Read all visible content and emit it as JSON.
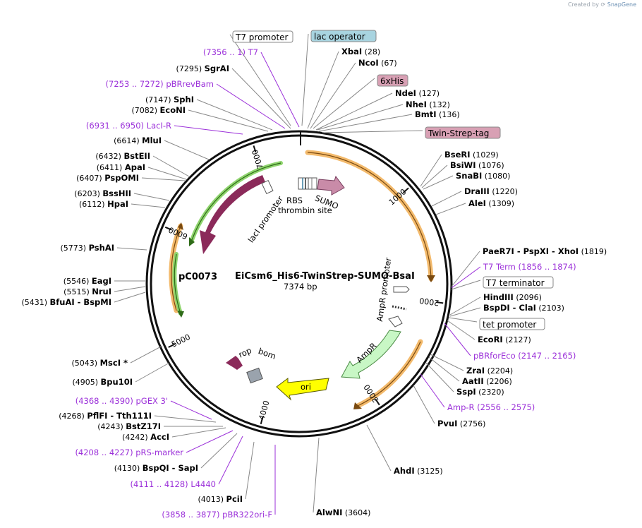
{
  "credit": {
    "prefix": "Created by",
    "brand": "SnapGene"
  },
  "plasmid": {
    "name": "EiCsm6_His6-TwinStrep-SUMO-BsaI",
    "length_label": "7374 bp",
    "alt_name": "pC0073"
  },
  "colors": {
    "primer": "#9b30d9",
    "orange_feature": "#f2b35c",
    "green_feature": "#2e8b20",
    "lacI": "#8b2a5a",
    "ori": "#ffff00",
    "ampR": "#c8f7c5",
    "tag": "#d8a0b4",
    "lac_operator": "#a8d4e0"
  },
  "ticks": [
    {
      "label": "1000",
      "pos": 1000
    },
    {
      "label": "2000",
      "pos": 2000
    },
    {
      "label": "3000",
      "pos": 3000
    },
    {
      "label": "4000",
      "pos": 4000
    },
    {
      "label": "5000",
      "pos": 5000
    },
    {
      "label": "6000",
      "pos": 6000
    },
    {
      "label": "7000",
      "pos": 7000
    }
  ],
  "labels": [
    {
      "type": "box",
      "text": "T7 promoter",
      "fill": "#ffffff"
    },
    {
      "type": "box",
      "text": "lac operator",
      "fill": "#a8d4e0"
    },
    {
      "type": "primer",
      "text": "(7356 .. 1)  T7"
    },
    {
      "type": "enz",
      "name": "XbaI",
      "pos": "(28)"
    },
    {
      "type": "enz",
      "name": "NcoI",
      "pos": "(67)"
    },
    {
      "type": "box",
      "text": "6xHis",
      "fill": "#d8a0b4"
    },
    {
      "type": "enz",
      "name": "NdeI",
      "pos": "(127)"
    },
    {
      "type": "enz",
      "name": "NheI",
      "pos": "(132)"
    },
    {
      "type": "enz",
      "name": "BmtI",
      "pos": "(136)"
    },
    {
      "type": "box",
      "text": "Twin-Strep-tag",
      "fill": "#d8a0b4"
    },
    {
      "type": "enz",
      "name": "SgrAI",
      "pos": "(7295)"
    },
    {
      "type": "primer",
      "text": "(7253 .. 7272)  pBRrevBam"
    },
    {
      "type": "enz",
      "name": "SphI",
      "pos": "(7147)"
    },
    {
      "type": "enz",
      "name": "EcoNI",
      "pos": "(7082)"
    },
    {
      "type": "primer",
      "text": "(6931 .. 6950)  LacI-R"
    },
    {
      "type": "enz",
      "name": "MluI",
      "pos": "(6614)"
    },
    {
      "type": "enz",
      "name": "BstEII",
      "pos": "(6432)"
    },
    {
      "type": "enz",
      "name": "ApaI",
      "pos": "(6411)"
    },
    {
      "type": "enz",
      "name": "PspOMI",
      "pos": "(6407)"
    },
    {
      "type": "enz",
      "name": "BssHII",
      "pos": "(6203)"
    },
    {
      "type": "enz",
      "name": "HpaI",
      "pos": "(6112)"
    },
    {
      "type": "enz",
      "name": "PshAI",
      "pos": "(5773)"
    },
    {
      "type": "enz",
      "name": "EagI",
      "pos": "(5546)"
    },
    {
      "type": "enz",
      "name": "NruI",
      "pos": "(5515)"
    },
    {
      "type": "enz",
      "name": "BfuAI  - BspMI",
      "pos": "(5431)"
    },
    {
      "type": "enz",
      "name": "MscI *",
      "pos": "(5043)"
    },
    {
      "type": "enz",
      "name": "Bpu10I",
      "pos": "(4905)"
    },
    {
      "type": "primer",
      "text": "(4368 .. 4390)  pGEX 3'"
    },
    {
      "type": "enz",
      "name": "PflFI  - Tth111I",
      "pos": "(4268)"
    },
    {
      "type": "enz",
      "name": "BstZ17I",
      "pos": "(4243)"
    },
    {
      "type": "enz",
      "name": "AccI",
      "pos": "(4242)"
    },
    {
      "type": "primer",
      "text": "(4208 .. 4227)  pRS-marker"
    },
    {
      "type": "enz",
      "name": "BspQI  - SapI",
      "pos": "(4130)"
    },
    {
      "type": "primer",
      "text": "(4111 .. 4128)  L4440"
    },
    {
      "type": "enz",
      "name": "PciI",
      "pos": "(4013)"
    },
    {
      "type": "primer",
      "text": "(3858 .. 3877)  pBR322ori-F"
    },
    {
      "type": "enz",
      "name": "AlwNI",
      "pos": "(3604)"
    },
    {
      "type": "enz",
      "name": "AhdI",
      "pos": "(3125)"
    },
    {
      "type": "enz",
      "name": "PvuI",
      "pos": "(2756)"
    },
    {
      "type": "primer",
      "text": "Amp-R   (2556 .. 2575)"
    },
    {
      "type": "enz",
      "name": "SspI",
      "pos": "(2320)"
    },
    {
      "type": "enz",
      "name": "AatII",
      "pos": "(2206)"
    },
    {
      "type": "enz",
      "name": "ZraI",
      "pos": "(2204)"
    },
    {
      "type": "primer",
      "text": "pBRforEco   (2147 .. 2165)"
    },
    {
      "type": "enz",
      "name": "EcoRI",
      "pos": "(2127)"
    },
    {
      "type": "box",
      "text": "tet promoter",
      "fill": "#ffffff"
    },
    {
      "type": "enz",
      "name": "BspDI  - ClaI",
      "pos": "(2103)"
    },
    {
      "type": "enz",
      "name": "HindIII",
      "pos": "(2096)"
    },
    {
      "type": "box",
      "text": "T7 terminator",
      "fill": "#ffffff"
    },
    {
      "type": "primer",
      "text": "T7 Term   (1856 .. 1874)"
    },
    {
      "type": "enz",
      "name": "PaeR7I  - PspXI  - XhoI",
      "pos": "(1819)"
    },
    {
      "type": "enz",
      "name": "AleI",
      "pos": "(1309)"
    },
    {
      "type": "enz",
      "name": "DraIII",
      "pos": "(1220)"
    },
    {
      "type": "enz",
      "name": "SnaBI",
      "pos": "(1080)"
    },
    {
      "type": "enz",
      "name": "BsiWI",
      "pos": "(1076)"
    },
    {
      "type": "enz",
      "name": "BseRI",
      "pos": "(1029)"
    }
  ],
  "features": [
    {
      "name": "lacI",
      "kind": "arrow"
    },
    {
      "name": "lacI promoter",
      "kind": "text"
    },
    {
      "name": "RBS",
      "kind": "text"
    },
    {
      "name": "SUMO",
      "kind": "arrow"
    },
    {
      "name": "thrombin site",
      "kind": "text"
    },
    {
      "name": "AmpR promoter",
      "kind": "text"
    },
    {
      "name": "AmpR",
      "kind": "arrow"
    },
    {
      "name": "ori",
      "kind": "arrow"
    },
    {
      "name": "rop",
      "kind": "arrow"
    },
    {
      "name": "bom",
      "kind": "box"
    }
  ]
}
